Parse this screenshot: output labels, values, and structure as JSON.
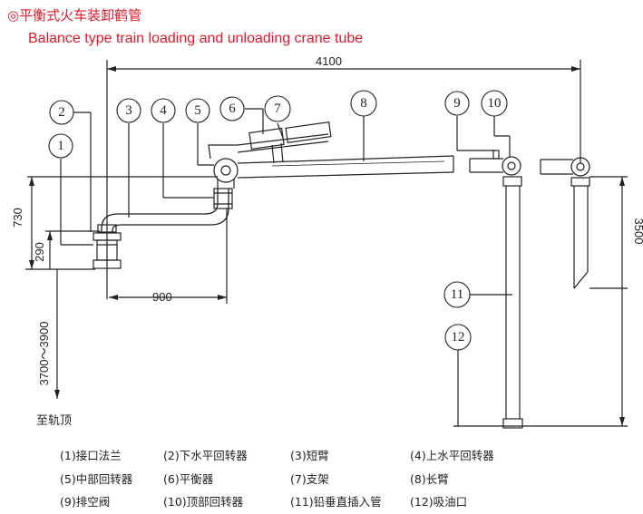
{
  "title": {
    "cn": "◎平衡式火车装卸鹤管",
    "en": "Balance type train loading and unloading crane tube"
  },
  "dimensions": {
    "overall_width": "4100",
    "height_730": "730",
    "height_290": "290",
    "reach_900": "900",
    "rail_range": "3700～3900",
    "depth_3500": "3500"
  },
  "rail_label": "至轨顶",
  "callouts": [
    "1",
    "2",
    "3",
    "4",
    "5",
    "6",
    "7",
    "8",
    "9",
    "10",
    "11",
    "12"
  ],
  "legend": [
    {
      "num": "(1)",
      "text": "接口法兰"
    },
    {
      "num": "(2)",
      "text": "下水平回转器"
    },
    {
      "num": "(3)",
      "text": "短臂"
    },
    {
      "num": "(4)",
      "text": "上水平回转器"
    },
    {
      "num": "(5)",
      "text": "中部回转器"
    },
    {
      "num": "(6)",
      "text": "平衡器"
    },
    {
      "num": "(7)",
      "text": "支架"
    },
    {
      "num": "(8)",
      "text": "长臂"
    },
    {
      "num": "(9)",
      "text": "排空阀"
    },
    {
      "num": "(10)",
      "text": "顶部回转器"
    },
    {
      "num": "(11)",
      "text": "铅垂直插入管"
    },
    {
      "num": "(12)",
      "text": "吸油口"
    }
  ],
  "colors": {
    "title": "#e0192a",
    "line": "#222222"
  }
}
